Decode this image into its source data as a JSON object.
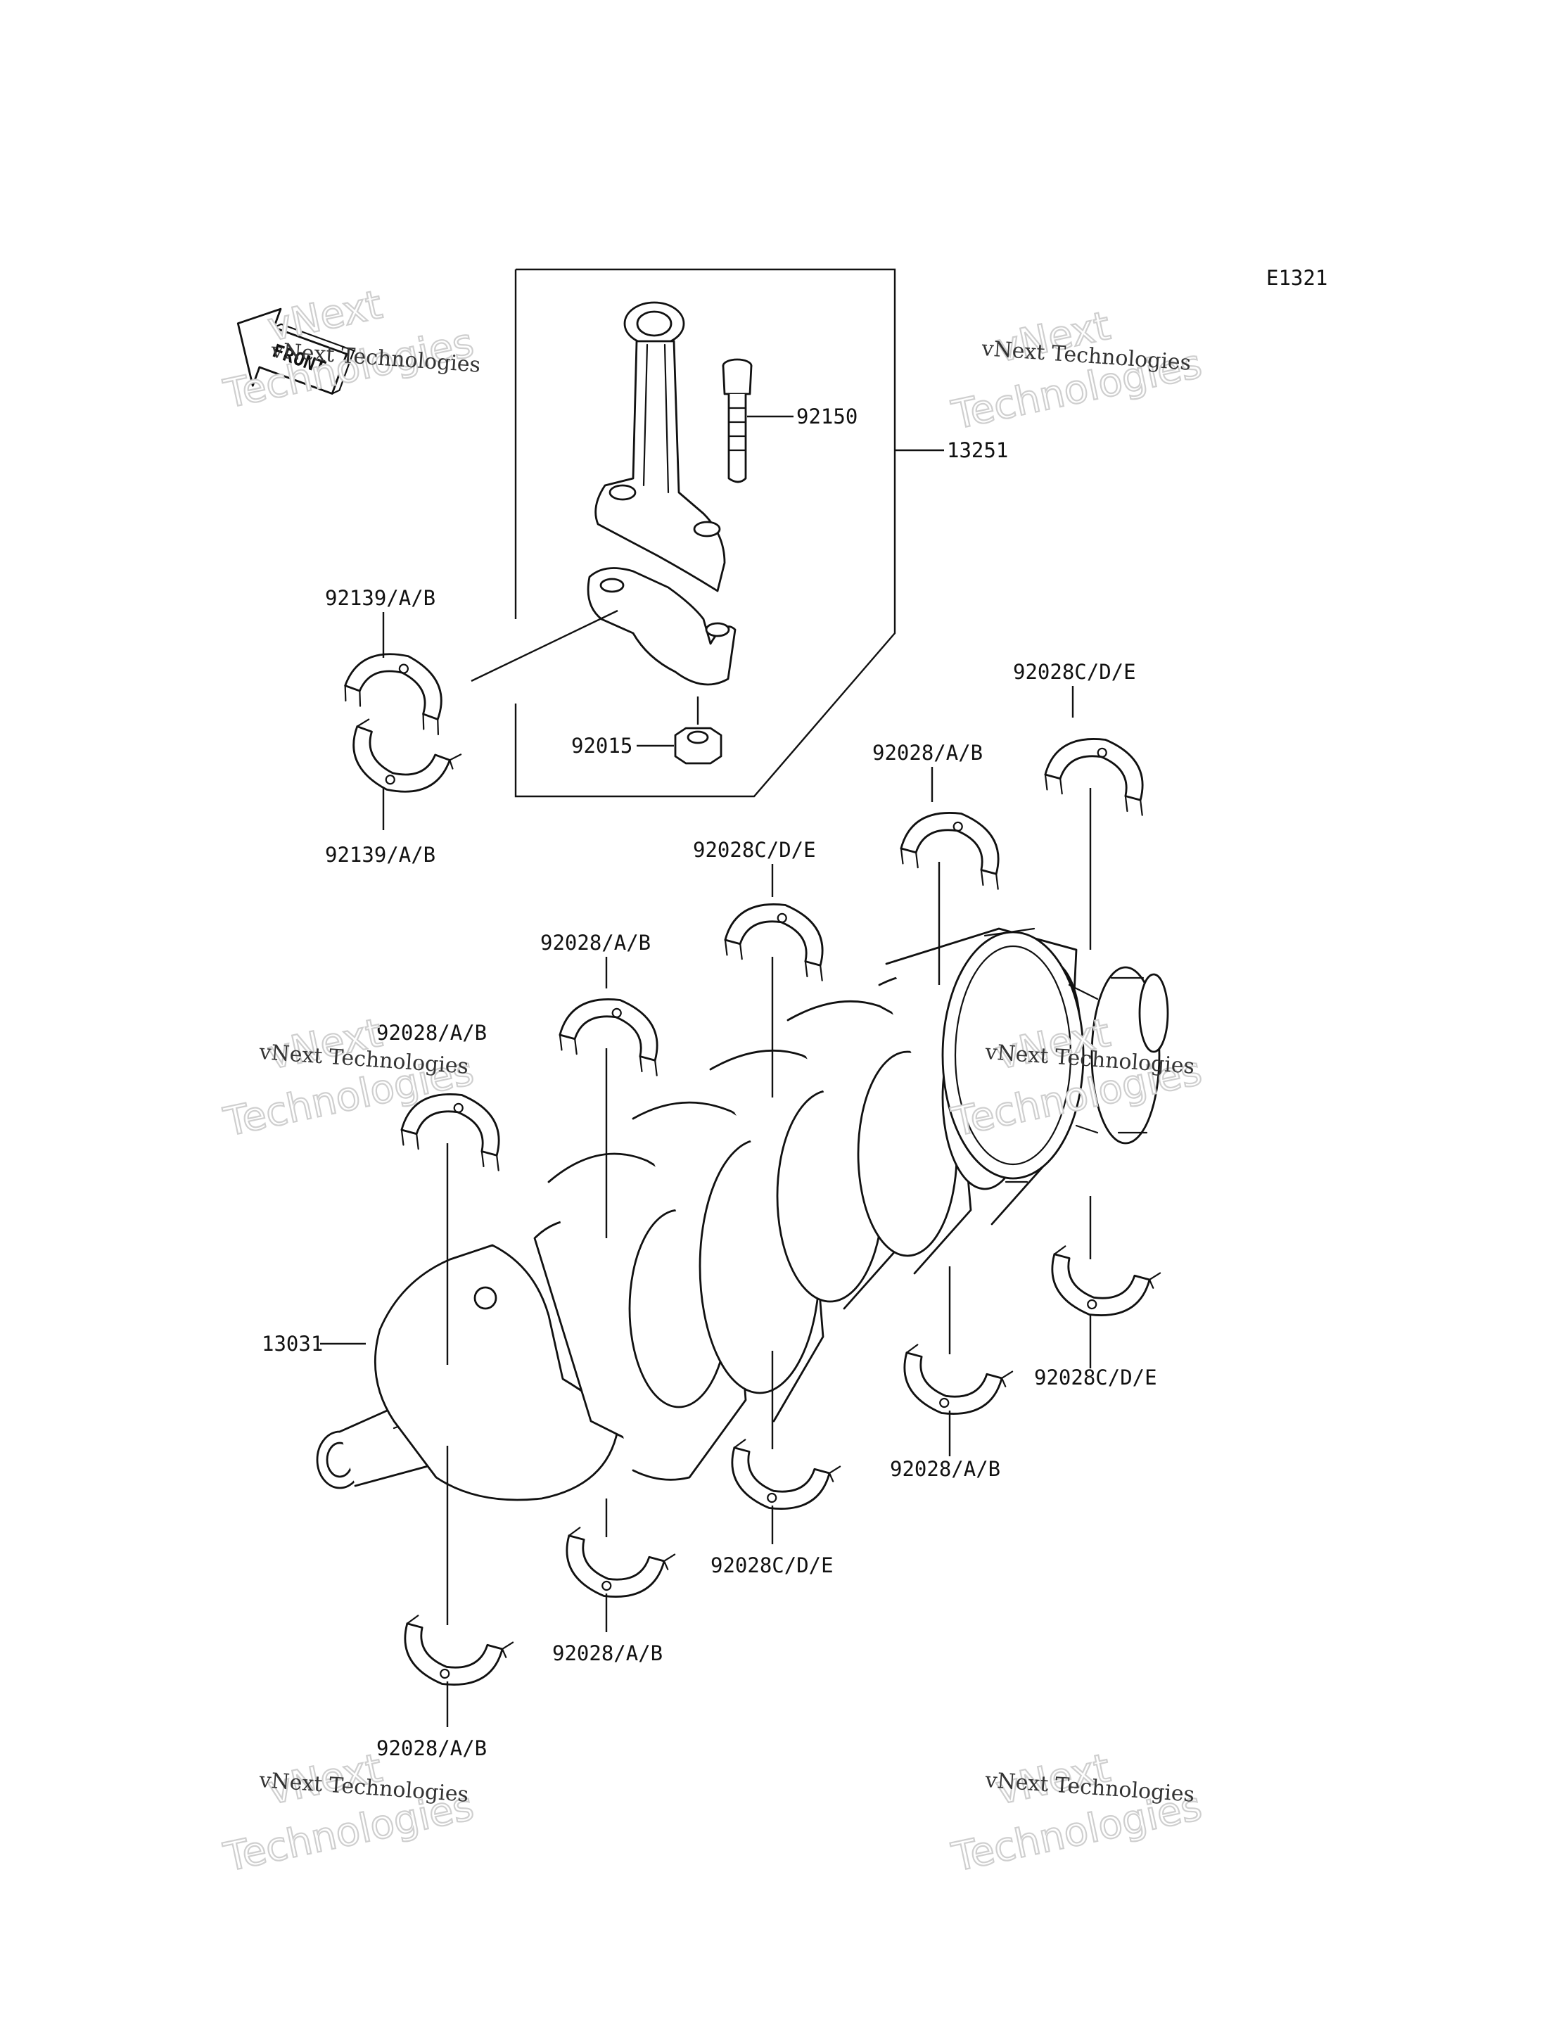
{
  "diagram_code": "E1321",
  "front_arrow": "FRONT",
  "watermark": {
    "brand": "vNext",
    "line": "vNext Technologies",
    "big": "Technologies"
  },
  "labels": {
    "l13251": "13251",
    "l92150": "92150",
    "l92015": "92015",
    "l92139_top": "92139/A/B",
    "l92139_bot": "92139/A/B",
    "l13031": "13031",
    "l92028cde_1": "92028C/D/E",
    "l92028ab_1": "92028/A/B",
    "l92028cde_2": "92028C/D/E",
    "l92028ab_2": "92028/A/B",
    "l92028ab_3": "92028/A/B",
    "l92028cde_3": "92028C/D/E",
    "l92028ab_4": "92028/A/B",
    "l92028cde_4": "92028C/D/E",
    "l92028ab_5": "92028/A/B",
    "l92028ab_6": "92028/A/B"
  }
}
